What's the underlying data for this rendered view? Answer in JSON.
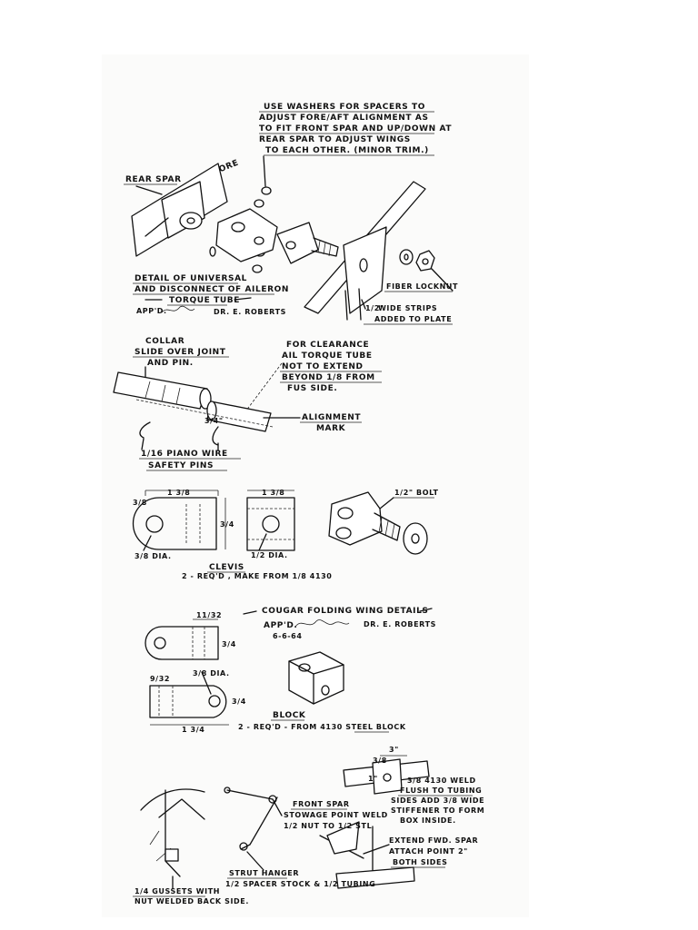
{
  "sheet": {
    "section1": {
      "washer_note": [
        "USE WASHERS FOR SPACERS TO",
        "ADJUST FORE/AFT ALIGNMENT AS",
        "TO FIT FRONT SPAR AND UP/DOWN AT",
        "REAR SPAR TO ADJUST WINGS",
        "TO EACH OTHER. (MINOR TRIM.)"
      ],
      "rear_spar": "REAR SPAR",
      "fore": "FORE",
      "detail_title": [
        "DETAIL OF UNIVERSAL",
        "AND DISCONNECT OF AILERON",
        "TORQUE TUBE"
      ],
      "approval": "APP'D.",
      "approver": "DR. E. ROBERTS",
      "fiber_locknut": "FIBER LOCKNUT",
      "wide_strips_fraction": "1/2\"",
      "wide_strips": [
        "WIDE STRIPS",
        "ADDED TO PLATE"
      ]
    },
    "section2": {
      "collar_note": [
        "COLLAR",
        "SLIDE OVER JOINT",
        "AND PIN."
      ],
      "clearance_note": [
        "FOR CLEARANCE",
        "AIL TORQUE TUBE",
        "NOT TO EXTEND",
        "BEYOND 1/8 FROM",
        "FUS SIDE."
      ],
      "alignment_mark": [
        "ALIGNMENT",
        "MARK"
      ],
      "pin_fraction": "3/4\"",
      "piano_wire": [
        "1/16 PIANO WIRE",
        "SAFETY PINS"
      ]
    },
    "section3": {
      "dim_width_1": "1 3/8",
      "dim_width_2": "1 3/8",
      "dim_top_left": "3/8",
      "dim_height": "3/4",
      "hole_left": "3/8 DIA.",
      "hole_right": "1/2 DIA.",
      "bolt": "1/2\" BOLT",
      "clevis_title": "CLEVIS",
      "clevis_req": "2 - REQ'D , MAKE FROM 1/8 4130"
    },
    "section4": {
      "title": "COUGAR FOLDING WING DETAILS",
      "approval": "APP'D.",
      "approval_date": "6-6-64",
      "approver": "DR. E. ROBERTS",
      "dim_top": "11/32",
      "dim_right": "3/4",
      "dim_left": "9/32",
      "hole": "3/8 DIA.",
      "dim_side": "3/4",
      "dim_bottom": "1 3/4",
      "block_title": "BLOCK",
      "block_req": "2 - REQ'D - FROM 4130 STEEL BLOCK"
    },
    "section5": {
      "dim_a": "3\"",
      "dim_b": "1\"",
      "dim_c": "3/8",
      "weld_note": [
        "3/8 4130 WELD",
        "FLUSH TO TUBING",
        "SIDES ADD 3/8 WIDE",
        "STIFFENER TO FORM",
        "BOX INSIDE."
      ],
      "front_spar_note": [
        "FRONT SPAR",
        "STOWAGE POINT WELD",
        "1/2 NUT TO 1/2 STL"
      ],
      "extend_note": [
        "EXTEND FWD. SPAR",
        "ATTACH POINT 2\"",
        "BOTH SIDES"
      ],
      "gussets_note": [
        "1/4 GUSSETS WITH",
        "NUT WELDED BACK SIDE."
      ],
      "strut_note": [
        "STRUT HANGER",
        "1/2 SPACER STOCK & 1/2 TUBING"
      ]
    }
  }
}
